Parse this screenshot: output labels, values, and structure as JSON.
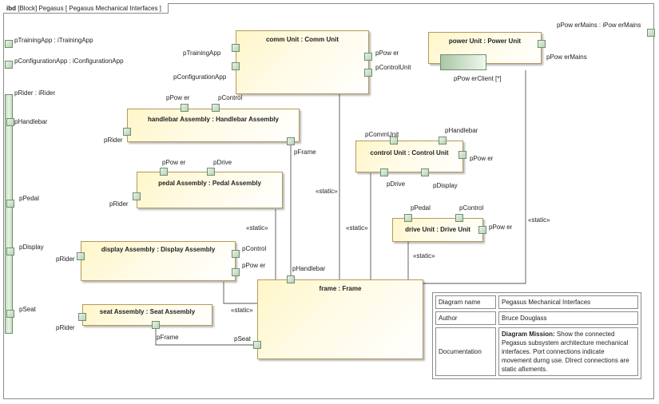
{
  "frame": {
    "kind": "ibd",
    "context": "[Block] Pegasus [ Pegasus Mechanical Interfaces ]"
  },
  "ports": {
    "training_app": "pTrainingApp : iTrainingApp",
    "configuration_app": "pConfigurationApp : iConfigurationApp",
    "rider": "pRider : iRider",
    "handlebar": "pHandlebar",
    "pedal": "pPedal",
    "display": "pDisplay",
    "seat": "pSeat",
    "power_mains": "pPow erMains : iPow erMains"
  },
  "blocks": {
    "comm": {
      "title": "comm Unit : Comm Unit",
      "ports": [
        "pTrainingApp",
        "pConfigurationApp",
        "pPow er",
        "pControlUnit"
      ]
    },
    "power": {
      "title": "power Unit : Power Unit",
      "ports": [
        "pPow erMains",
        "pPow erClient [*]"
      ]
    },
    "handlebar": {
      "title": "handlebar Assembly : Handlebar Assembly",
      "ports": [
        "pPow er",
        "pControl",
        "pRider",
        "pFrame"
      ]
    },
    "control": {
      "title": "control Unit : Control Unit",
      "ports": [
        "pCommUnit",
        "pHandlebar",
        "pPow er",
        "pDrive",
        "pDisplay"
      ]
    },
    "pedal": {
      "title": "pedal Assembly : Pedal Assembly",
      "ports": [
        "pPow er",
        "pDrive",
        "pRider"
      ]
    },
    "drive": {
      "title": "drive Unit : Drive Unit",
      "ports": [
        "pPedal",
        "pControl",
        "pPow er"
      ]
    },
    "display": {
      "title": "display Assembly : Display Assembly",
      "ports": [
        "pRider",
        "pControl",
        "pPow er"
      ]
    },
    "frame": {
      "title": "frame : Frame",
      "ports": [
        "pHandlebar",
        "pSeat"
      ]
    },
    "seat": {
      "title": "seat Assembly : Seat Assembly",
      "ports": [
        "pRider",
        "pFrame"
      ]
    }
  },
  "stereotypes": {
    "static": "«static»"
  },
  "info_table": [
    {
      "key": "Diagram name",
      "value": "Pegasus Mechanical Interfaces"
    },
    {
      "key": "Author",
      "value": "Bruce Douglass"
    },
    {
      "key": "Documentation",
      "value_title": "Diagram Mission:",
      "value": "Show the connected Pegasus subsystem architecture mechanical interfaces. Port connections indicate movement durng use. DIrect connections are static afixments."
    }
  ]
}
